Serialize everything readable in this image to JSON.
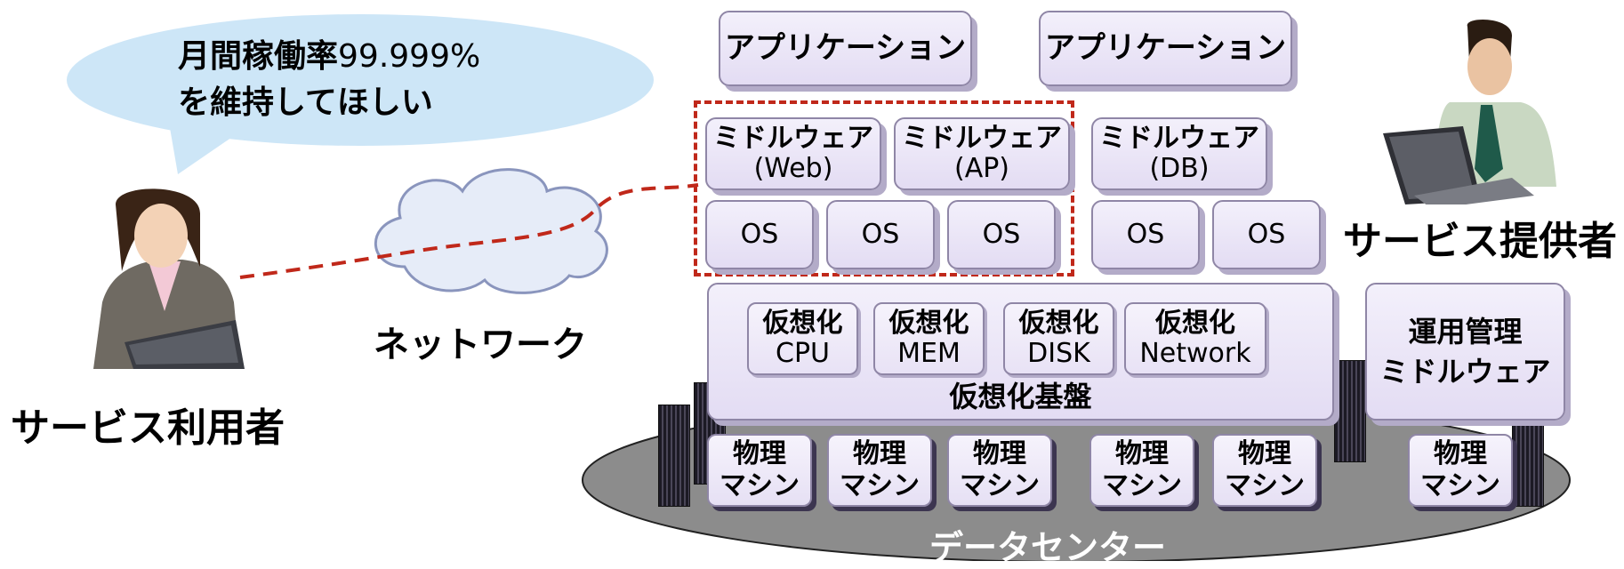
{
  "speech_bubble": {
    "line1_bold": "月間稼働率",
    "line1_value": "99.999%",
    "line2": "を維持してほしい"
  },
  "service_user_label": "サービス利用者",
  "network_label": "ネットワーク",
  "service_provider_label": "サービス提供者",
  "datacenter_label": "データセンター",
  "applications": [
    "アプリケーション",
    "アプリケーション"
  ],
  "middleware": [
    {
      "title": "ミドルウェア",
      "sub": "(Web)"
    },
    {
      "title": "ミドルウェア",
      "sub": "(AP)"
    },
    {
      "title": "ミドルウェア",
      "sub": "(DB)"
    }
  ],
  "os_boxes": [
    "OS",
    "OS",
    "OS",
    "OS",
    "OS"
  ],
  "virtualization": {
    "items": [
      {
        "title": "仮想化",
        "sub": "CPU"
      },
      {
        "title": "仮想化",
        "sub": "MEM"
      },
      {
        "title": "仮想化",
        "sub": "DISK"
      },
      {
        "title": "仮想化",
        "sub": "Network"
      }
    ],
    "platform_label": "仮想化基盤"
  },
  "ops_middleware": {
    "line1": "運用管理",
    "line2": "ミドルウェア"
  },
  "physical_machines": [
    {
      "line1": "物理",
      "line2": "マシン"
    },
    {
      "line1": "物理",
      "line2": "マシン"
    },
    {
      "line1": "物理",
      "line2": "マシン"
    },
    {
      "line1": "物理",
      "line2": "マシン"
    },
    {
      "line1": "物理",
      "line2": "マシン"
    },
    {
      "line1": "物理",
      "line2": "マシン"
    }
  ],
  "colors": {
    "bubble": "#cfe8f8",
    "dashed_border": "#c0281a",
    "box_fill": "#e8e2f5",
    "box_border": "#8f86a6",
    "datacenter_ellipse": "#8a8a8a"
  }
}
